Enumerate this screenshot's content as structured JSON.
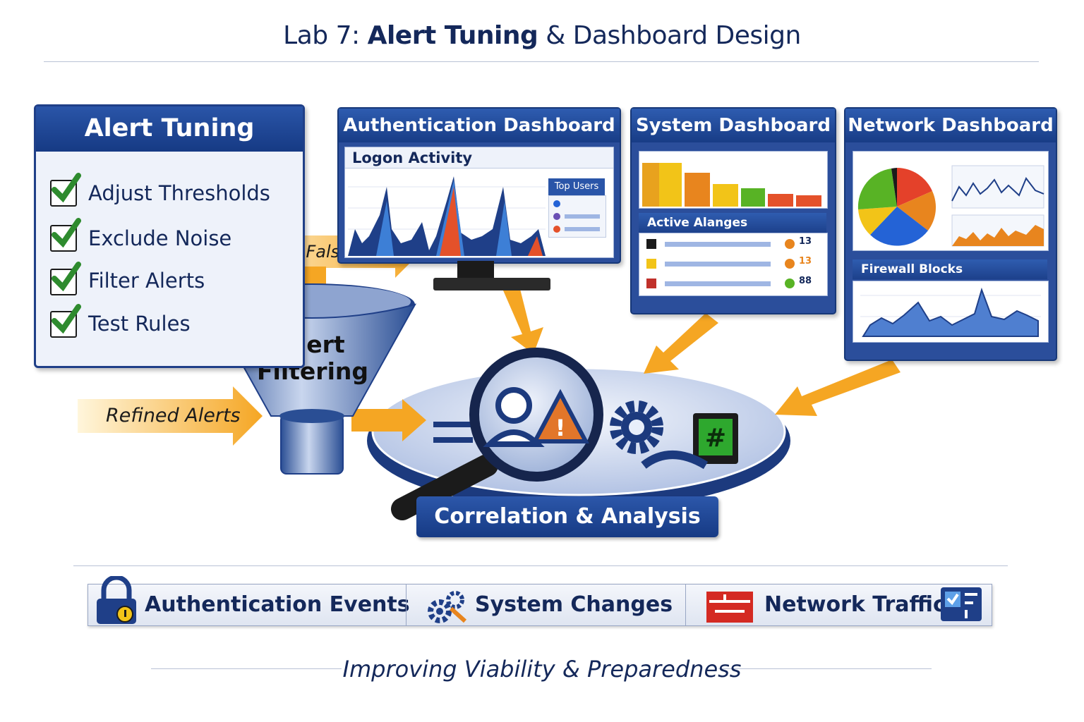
{
  "title": {
    "lab": "Lab 7:",
    "bold": "Alert Tuning",
    "rest": "& Dashboard Design"
  },
  "tuning": {
    "heading": "Alert Tuning",
    "items": [
      "Adjust Thresholds",
      "Exclude Noise",
      "Filter Alerts",
      "Test Rules"
    ]
  },
  "funnel": {
    "line1": "Alert",
    "line2": "Filtering"
  },
  "arrows": {
    "reduce": "Reduce False Positives",
    "refined": "Refined Alerts"
  },
  "auth_dashboard": {
    "title": "Authentication Dashboard",
    "panel": "Logon Activity",
    "legend_title": "Top Users"
  },
  "system_dashboard": {
    "title": "System Dashboard",
    "panel": "Active Alanges",
    "values": [
      "13",
      "13",
      "88"
    ]
  },
  "network_dashboard": {
    "title": "Network Dashboard",
    "panel": "Firewall Blocks"
  },
  "correlation": {
    "label": "Correlation & Analysis"
  },
  "categories": [
    "Authentication Events",
    "System Changes",
    "Network Traffic"
  ],
  "tagline": "Improving Viability & Preparedness",
  "colors": {
    "navy": "#14285a",
    "header_blue": "#1f3f88",
    "arrow_orange": "#f5a623",
    "check_green": "#2e8b2e"
  }
}
